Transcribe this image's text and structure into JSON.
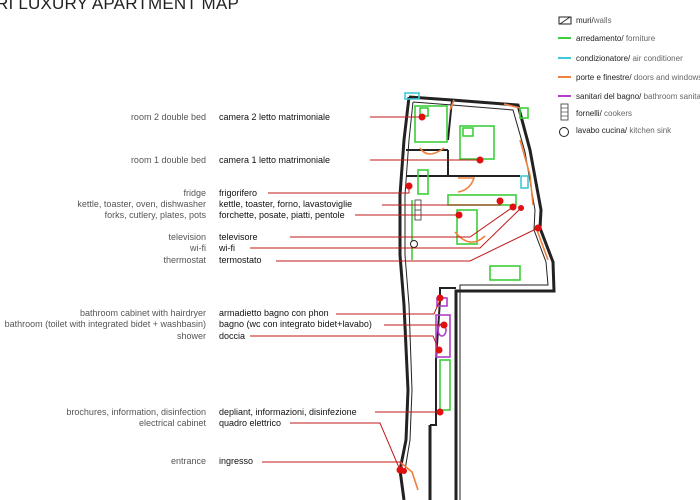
{
  "title": "RI LUXURY APARTMENT MAP",
  "legend": [
    {
      "it": "muri/",
      "en": "walls",
      "kind": "wall"
    },
    {
      "it": "arredamento/ ",
      "en": "forniture",
      "kind": "line",
      "color": "#3ccf3c"
    },
    {
      "it": "condizionatore/ ",
      "en": "air conditioner",
      "kind": "line",
      "color": "#40c8d8"
    },
    {
      "it": "porte e finestre/ ",
      "en": "doors and windows",
      "kind": "line",
      "color": "#f08040"
    },
    {
      "it": "sanitari del bagno/ ",
      "en": "bathroom sanitary",
      "kind": "line",
      "color": "#b040c8"
    },
    {
      "it": "fornelli/ ",
      "en": "cookers",
      "kind": "cooker"
    },
    {
      "it": "lavabo cucina/ ",
      "en": "kitchen sink",
      "kind": "circle"
    }
  ],
  "labels": [
    {
      "en": "room 2 double bed",
      "it": "camera 2 letto matrimoniale"
    },
    {
      "en": "room 1 double bed",
      "it": "camera 1 letto matrimoniale"
    },
    {
      "en": "fridge",
      "it": "frigorifero"
    },
    {
      "en": "kettle, toaster, oven, dishwasher",
      "it": "kettle, toaster, forno, lavastoviglie"
    },
    {
      "en": "forks, cutlery, plates, pots",
      "it": "forchette, posate, piatti, pentole"
    },
    {
      "en": "television",
      "it": "televisore"
    },
    {
      "en": "wi-fi",
      "it": "wi-fi"
    },
    {
      "en": "thermostat",
      "it": "termostato"
    },
    {
      "en": "bathroom cabinet with hairdryer",
      "it": "armadietto bagno con phon"
    },
    {
      "en": "bathroom (toilet with integrated bidet + washbasin)",
      "it": "bagno (wc con integrato bidet+lavabo)"
    },
    {
      "en": "shower",
      "it": "doccia"
    },
    {
      "en": "brochures, information, disinfection",
      "it": "depliant, informazioni, disinfezione"
    },
    {
      "en": "electrical cabinet",
      "it": "quadro elettrico"
    },
    {
      "en": "entrance",
      "it": "ingresso"
    }
  ],
  "colors": {
    "leader": "#c01818",
    "dot": "#e01010",
    "wall": "#222222"
  }
}
